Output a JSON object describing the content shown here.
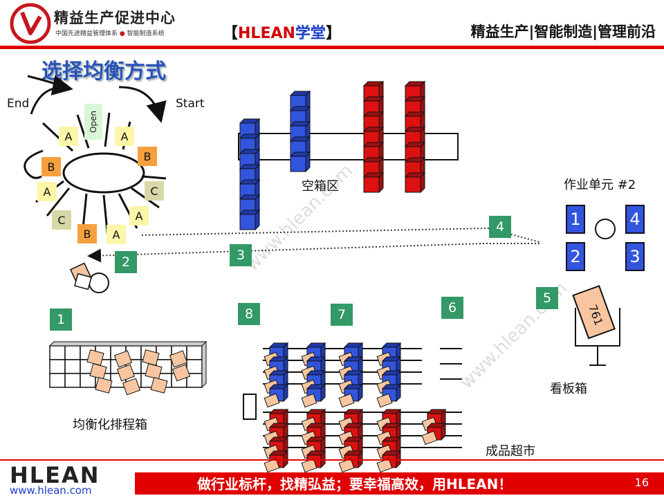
{
  "header": {
    "logo_main": "精益生产促进中心",
    "logo_sub_left": "中国先进精益管理体系",
    "logo_sub_right": "智能制造系统",
    "brand_open": "【",
    "brand_latin": "HLEAN",
    "brand_cn": "学堂",
    "brand_close": "】",
    "slogan": "精益生产|智能制造|管理前沿"
  },
  "title": "选择均衡方式",
  "wheel": {
    "end_label": "End",
    "start_label": "Start",
    "open_label": "Open",
    "slots": [
      "A",
      "A",
      "B",
      "B",
      "A",
      "C",
      "C",
      "A",
      "B",
      "A"
    ]
  },
  "labels": {
    "empty_box_area": "空箱区",
    "work_cell": "作业单元 #2",
    "kanban_box": "看板箱",
    "leveling_box": "均衡化排程箱",
    "finished_market": "成品超市",
    "kanban_card_number": "761"
  },
  "steps": [
    "1",
    "2",
    "3",
    "4",
    "5",
    "6",
    "7",
    "8"
  ],
  "cell_cards": [
    "1",
    "2",
    "3",
    "4"
  ],
  "footer": {
    "logo": "HLEAN",
    "url": "www.hlean.com",
    "text": "做行业标杆，找精弘益；要幸福高效，用HLEAN！",
    "page": "16"
  },
  "colors": {
    "accent_red": "#e00000",
    "bin_blue": "#3355dd",
    "bin_red": "#dd1111",
    "step_green": "#339966",
    "title_blue": "#2a52b8"
  }
}
